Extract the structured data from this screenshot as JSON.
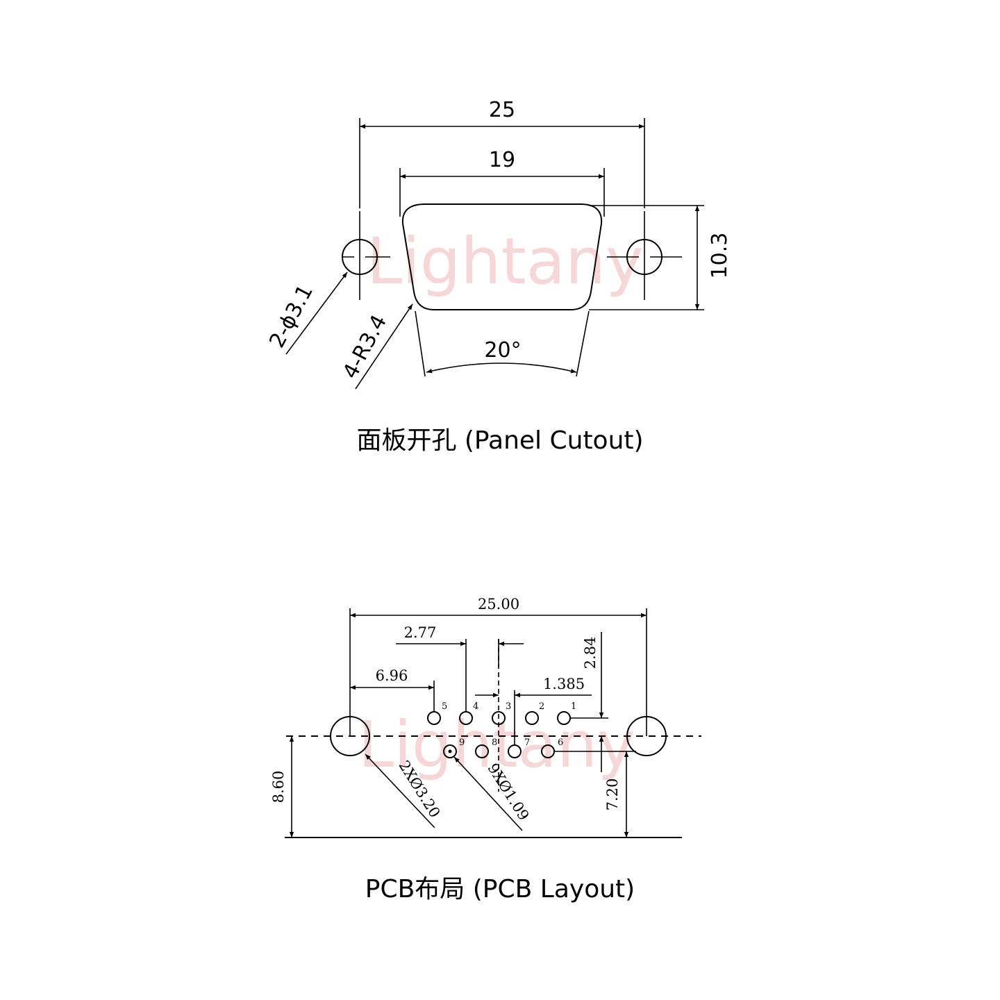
{
  "watermark": "Lightany",
  "panel": {
    "caption": "面板开孔 (Panel Cutout)",
    "dim_overall_width": "25",
    "dim_shell_width": "19",
    "dim_height": "10.3",
    "dim_hole": "2-ϕ3.1",
    "dim_radius": "4-R3.4",
    "dim_angle": "20°"
  },
  "pcb": {
    "caption": "PCB布局 (PCB Layout)",
    "dim_overall_width": "25.00",
    "dim_pitch": "2.77",
    "dim_offset_left": "6.96",
    "dim_offset_right": "1.385",
    "dim_row_spacing": "2.84",
    "dim_height_left": "8.60",
    "dim_height_right": "7.20",
    "dim_mount_hole": "2XØ3.20",
    "dim_pin_hole": "9XØ1.09",
    "pins_top": [
      "5",
      "4",
      "3",
      "2",
      "1"
    ],
    "pins_bottom": [
      "9",
      "8",
      "7",
      "6"
    ]
  }
}
